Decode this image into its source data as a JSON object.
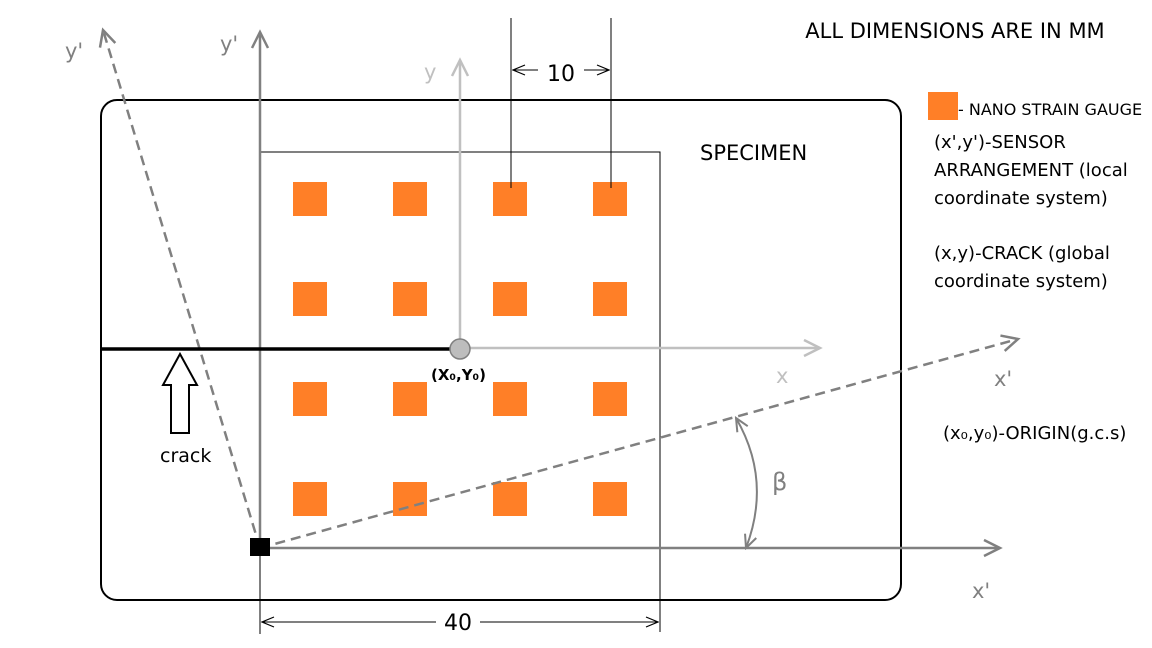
{
  "header": {
    "units_note": "ALL DIMENSIONS ARE IN MM"
  },
  "specimen": {
    "label": "SPECIMEN"
  },
  "legend": {
    "gauge_label": "- NANO STRAIN GAUGE",
    "sensor_line1": "(x',y')-SENSOR",
    "sensor_line2": "ARRANGEMENT (local",
    "sensor_line3": "coordinate system)",
    "crack_line1": "(x,y)-CRACK (global",
    "crack_line2": "coordinate system)",
    "origin_text": "(x₀,y₀)-ORIGIN(g.c.s)"
  },
  "axes": {
    "global_x": "x",
    "global_y": "y",
    "local_y_vertical": "y'",
    "local_x_horizontal": "x'",
    "local_y_rotated": "y'",
    "local_x_rotated": "x'",
    "origin_label": "(X₀,Y₀)",
    "angle_label": "β"
  },
  "dimensions": {
    "spacing": "10",
    "width": "40"
  },
  "crack": {
    "label": "crack"
  },
  "sensors": {
    "rows": 4,
    "cols": 4,
    "color": "#ff7f27"
  },
  "colors": {
    "outline": "#000000",
    "dark_axis": "#808080",
    "light_axis": "#c0c0c0",
    "text": "#000000",
    "gauge": "#ff7f27"
  }
}
